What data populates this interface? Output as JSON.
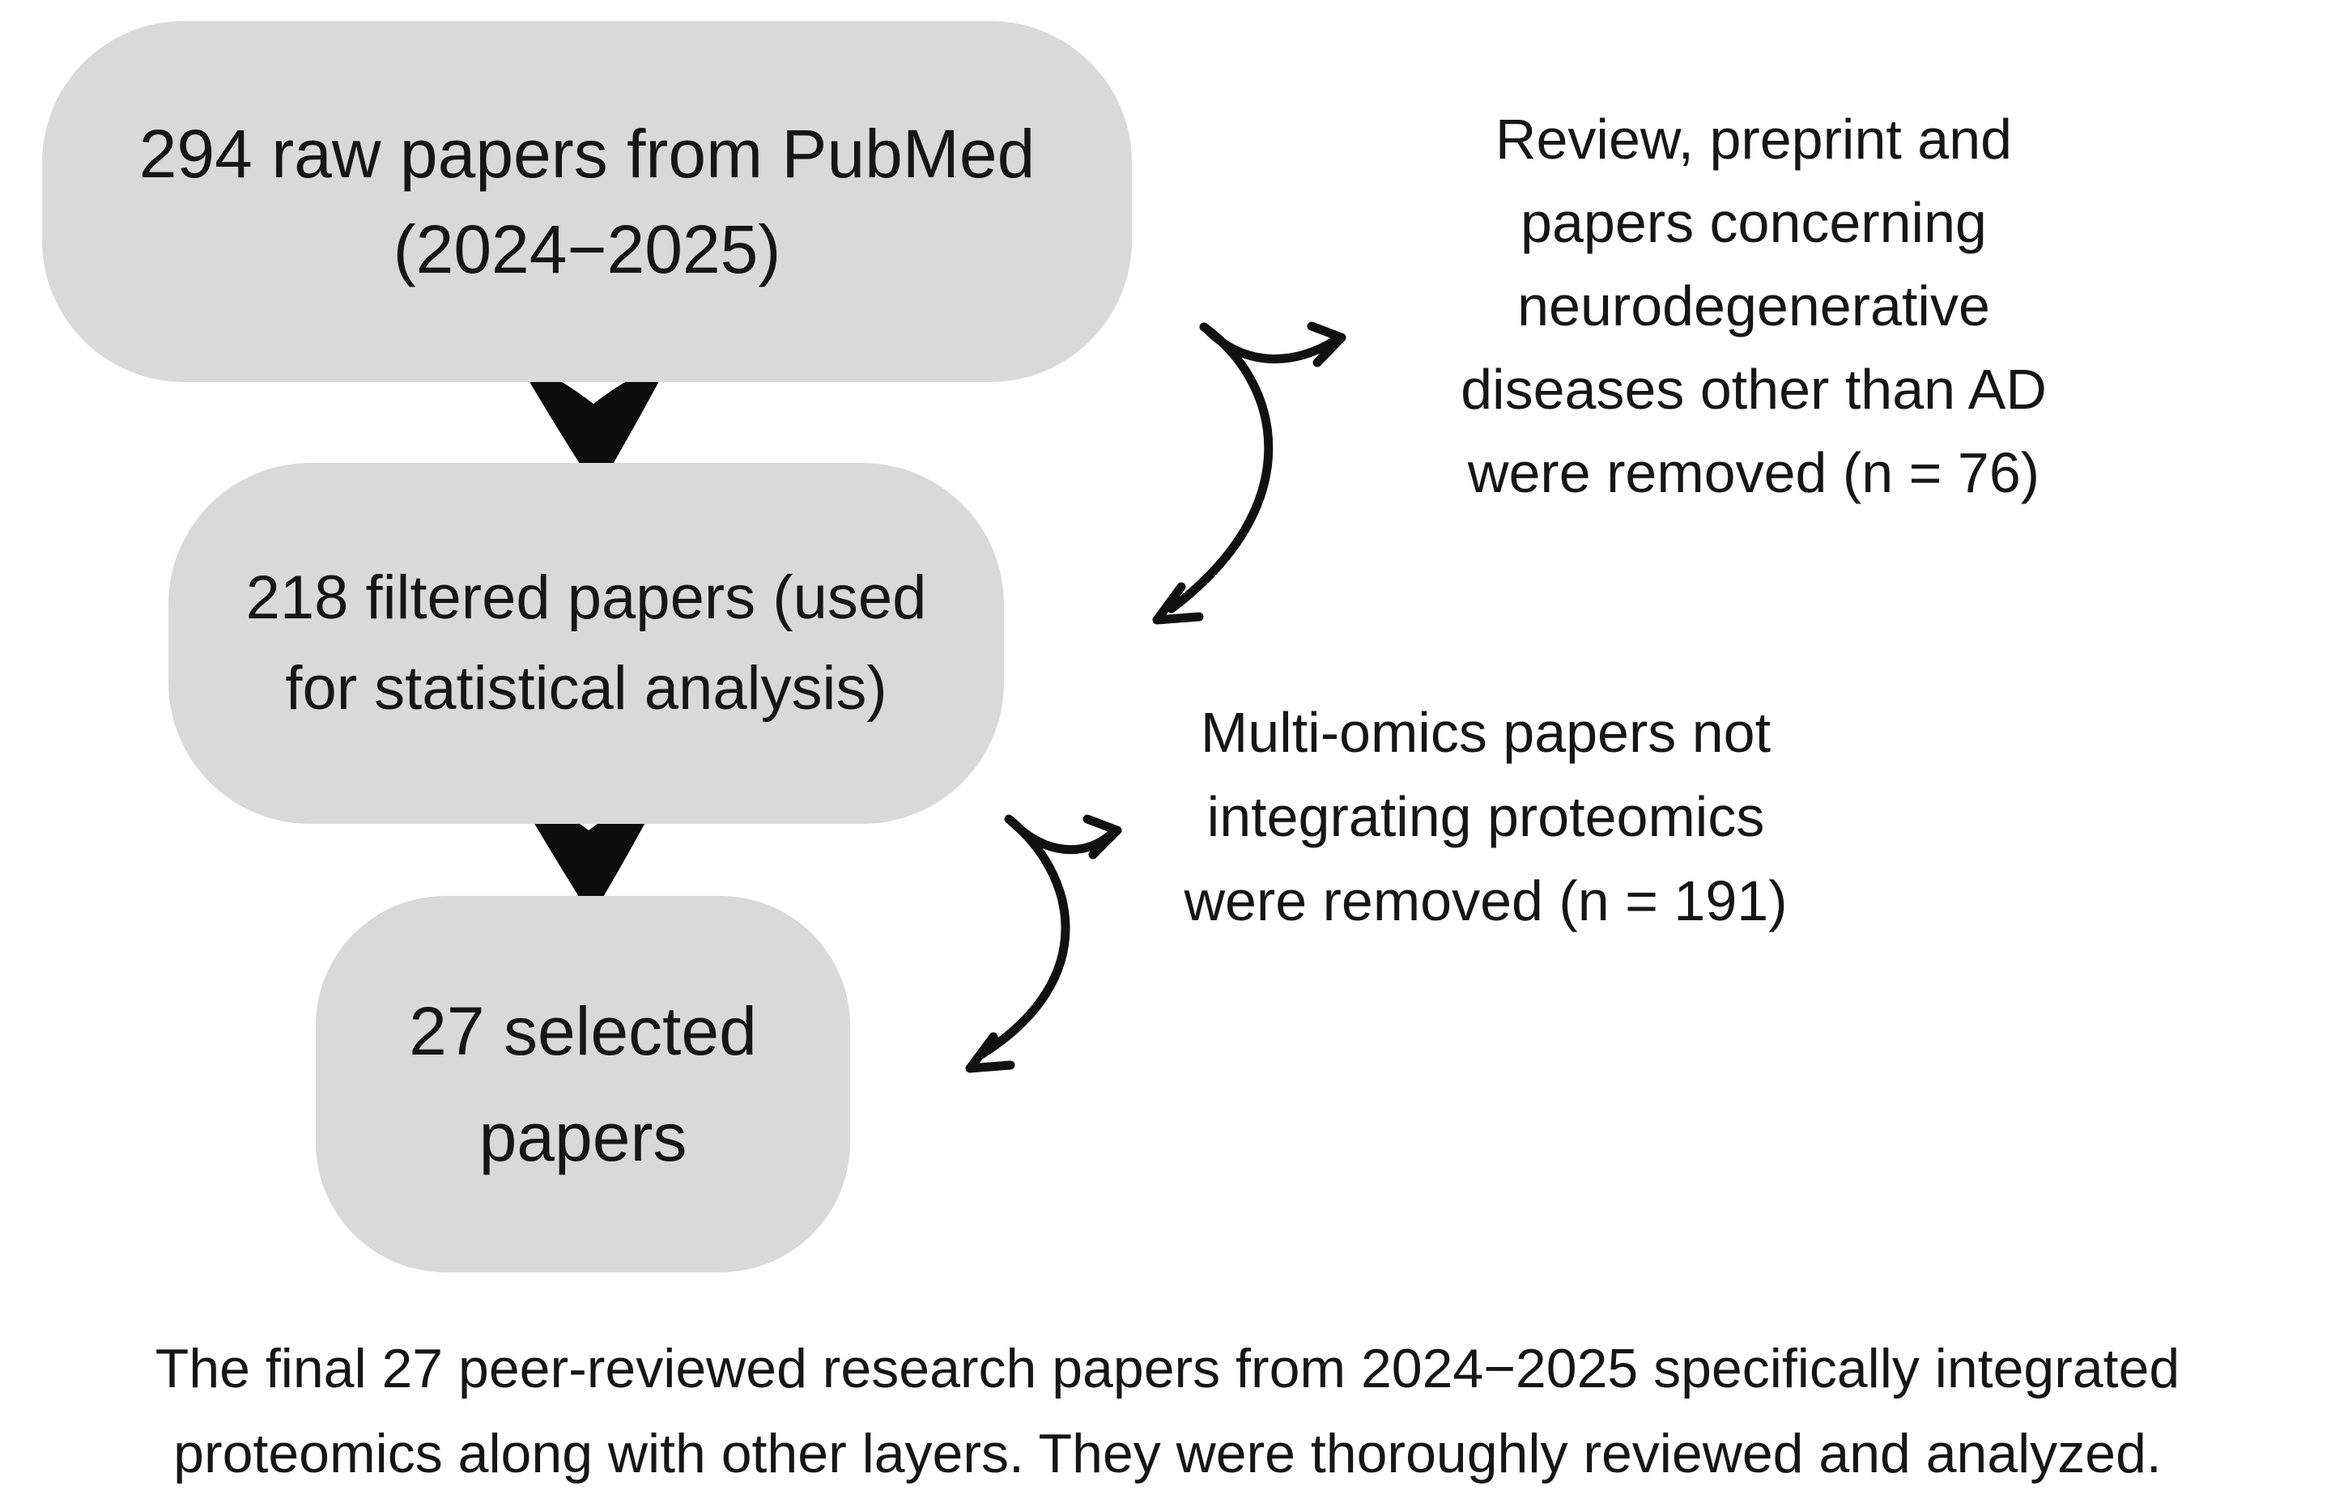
{
  "figure": {
    "colors": {
      "background": "#ffffff",
      "box_fill": "#d9d9d9",
      "ink": "#161616",
      "arrow": "#111111"
    },
    "boxes": [
      {
        "id": "raw-papers",
        "lines": [
          "294 raw papers from PubMed",
          "(2024−2025)"
        ]
      },
      {
        "id": "filtered-papers",
        "lines": [
          "218 filtered papers (used",
          "for statistical analysis)"
        ]
      },
      {
        "id": "selected-papers",
        "lines": [
          "27 selected",
          "papers"
        ]
      }
    ],
    "annotations": [
      {
        "id": "removal-step-1",
        "lines": [
          "Review, preprint and",
          "papers concerning",
          "neurodegenerative",
          "diseases other than AD",
          "were removed (n = 76)"
        ]
      },
      {
        "id": "removal-step-2",
        "lines": [
          "Multi-omics papers not",
          "integrating proteomics",
          "were removed (n = 191)"
        ]
      }
    ],
    "caption": {
      "lines": [
        "The final 27 peer-reviewed research papers from 2024−2025 specifically integrated",
        "proteomics along with other layers. They were thoroughly reviewed and analyzed."
      ]
    }
  }
}
